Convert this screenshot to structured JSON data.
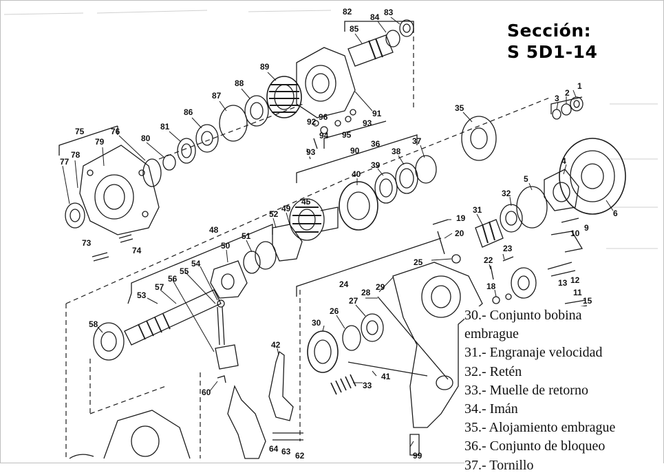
{
  "section": {
    "line1": "Sección:",
    "line2": "S 5D1-14"
  },
  "legend": [
    "30.- Conjunto bobina",
    "embrague",
    "31.- Engranaje velocidad",
    "32.- Retén",
    "33.- Muelle de retorno",
    "34.-  Imán",
    "35.- Alojamiento embrague",
    "36.- Conjunto de bloqueo",
    "37.- Tornillo"
  ],
  "callouts": {
    "n1": "1",
    "n2": "2",
    "n3": "3",
    "n4": "4",
    "n5": "5",
    "n6": "6",
    "n9": "9",
    "n10": "10",
    "n11": "11",
    "n12": "12",
    "n13": "13",
    "n15": "15",
    "n18": "18",
    "n19": "19",
    "n20": "20",
    "n22": "22",
    "n23": "23",
    "n24": "24",
    "n25": "25",
    "n26": "26",
    "n27": "27",
    "n28": "28",
    "n29": "29",
    "n30": "30",
    "n31": "31",
    "n32": "32",
    "n33": "33",
    "n35": "35",
    "n36": "36",
    "n37": "37",
    "n38": "38",
    "n39": "39",
    "n40": "40",
    "n41": "41",
    "n42": "42",
    "n45": "45",
    "n48": "48",
    "n49": "49",
    "n50": "50",
    "n51": "51",
    "n52": "52",
    "n53": "53",
    "n54": "54",
    "n55": "55",
    "n56": "56",
    "n57": "57",
    "n58": "58",
    "n60": "60",
    "n62": "62",
    "n63": "63",
    "n64": "64",
    "n73": "73",
    "n74": "74",
    "n75": "75",
    "n76": "76",
    "n77": "77",
    "n78": "78",
    "n79": "79",
    "n80": "80",
    "n81": "81",
    "n82": "82",
    "n83": "83",
    "n84": "84",
    "n85": "85",
    "n86": "86",
    "n87": "87",
    "n88": "88",
    "n89": "89",
    "n90": "90",
    "n91": "91",
    "n92": "92",
    "n93a": "93",
    "n93b": "93",
    "n94": "94",
    "n95": "95",
    "n96": "96",
    "n99": "99"
  }
}
